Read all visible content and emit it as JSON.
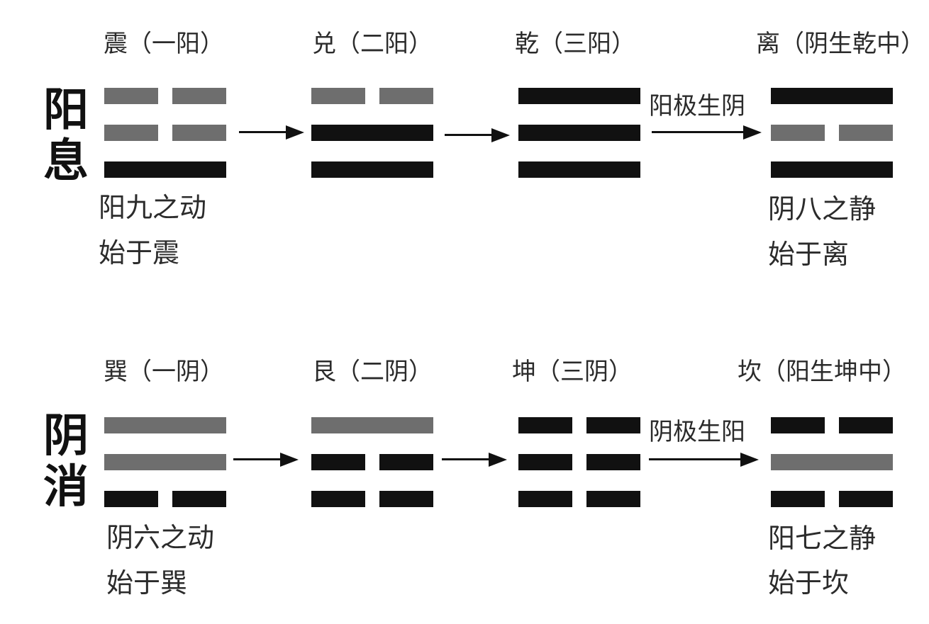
{
  "colors": {
    "active": "#111111",
    "faded": "#6e6e6e"
  },
  "rows": [
    {
      "title": [
        "阳",
        "息"
      ],
      "hexagrams": [
        {
          "label": "震（一阳）",
          "lines": [
            [
              "yin",
              "faded"
            ],
            [
              "yin",
              "faded"
            ],
            [
              "yang",
              "active"
            ]
          ]
        },
        {
          "label": "兑（二阳）",
          "lines": [
            [
              "yin",
              "faded"
            ],
            [
              "yang",
              "active"
            ],
            [
              "yang",
              "active"
            ]
          ]
        },
        {
          "label": "乾（三阳）",
          "lines": [
            [
              "yang",
              "active"
            ],
            [
              "yang",
              "active"
            ],
            [
              "yang",
              "active"
            ]
          ]
        },
        {
          "label": "离（阴生乾中）",
          "lines": [
            [
              "yang",
              "active"
            ],
            [
              "yin",
              "faded"
            ],
            [
              "yang",
              "active"
            ]
          ]
        }
      ],
      "arrow_label": "阳极生阴",
      "left_note": [
        "阳九之动",
        "始于震"
      ],
      "right_note": [
        "阴八之静",
        "始于离"
      ]
    },
    {
      "title": [
        "阴",
        "消"
      ],
      "hexagrams": [
        {
          "label": "巽（一阴）",
          "lines": [
            [
              "yang",
              "faded"
            ],
            [
              "yang",
              "faded"
            ],
            [
              "yin",
              "active"
            ]
          ]
        },
        {
          "label": "艮（二阴）",
          "lines": [
            [
              "yang",
              "faded"
            ],
            [
              "yin",
              "active"
            ],
            [
              "yin",
              "active"
            ]
          ]
        },
        {
          "label": "坤（三阴）",
          "lines": [
            [
              "yin",
              "active"
            ],
            [
              "yin",
              "active"
            ],
            [
              "yin",
              "active"
            ]
          ]
        },
        {
          "label": "坎（阳生坤中）",
          "lines": [
            [
              "yin",
              "active"
            ],
            [
              "yang",
              "faded"
            ],
            [
              "yin",
              "active"
            ]
          ]
        }
      ],
      "arrow_label": "阴极生阳",
      "left_note": [
        "阴六之动",
        "始于巽"
      ],
      "right_note": [
        "阳七之静",
        "始于坎"
      ]
    }
  ]
}
